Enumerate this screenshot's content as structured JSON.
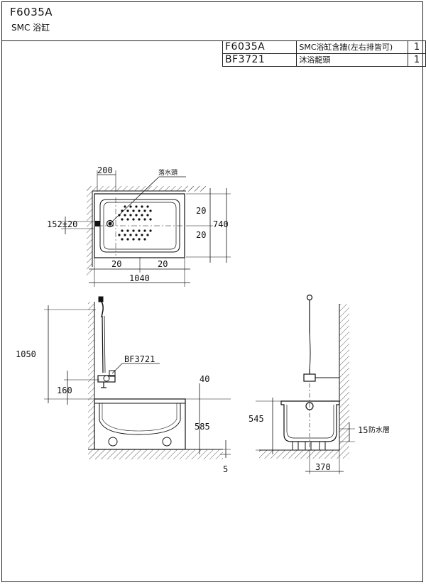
{
  "header": {
    "model": "F6035A",
    "name": "SMC 浴缸"
  },
  "parts": [
    {
      "code": "F6035A",
      "desc": "SMC浴缸含牆(左右排皆可)",
      "qty": "1"
    },
    {
      "code": "BF3721",
      "desc": "沐浴龍頭",
      "qty": "1"
    }
  ],
  "plan": {
    "drain_label": "落水頭",
    "dim_200": "200",
    "dim_152": "152±20",
    "dim_20_top": "20",
    "dim_20_right": "20",
    "dim_740": "740",
    "dim_20_bottom_left": "20",
    "dim_20_bottom_right": "20",
    "dim_1040": "1040"
  },
  "front": {
    "dim_1050": "1050",
    "faucet_label": "BF3721",
    "dim_160": "160",
    "dim_40": "40",
    "dim_585": "585",
    "dim_5": "5"
  },
  "side": {
    "dim_545": "545",
    "dim_15": "15",
    "waterproof_label": "防水層",
    "dim_370": "370"
  }
}
